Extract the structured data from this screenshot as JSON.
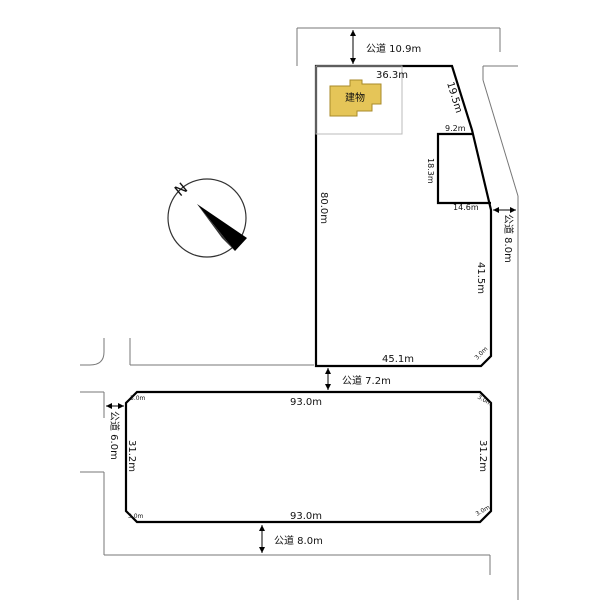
{
  "compass": {
    "north_label": "N"
  },
  "building": {
    "label": "建物",
    "color": "#e5c558"
  },
  "roads": {
    "north": "公道 10.9m",
    "east": "公道 8.0m",
    "middle": "公道 7.2m",
    "west": "公道 6.0m",
    "south": "公道 8.0m"
  },
  "upper_lot": {
    "top": "36.3m",
    "left": "80.0m",
    "slope_top": "19.5m",
    "notch_top": "9.2m",
    "notch_side": "18.3m",
    "notch_bottom": "14.6m",
    "right": "41.5m",
    "bottom": "45.1m",
    "corner_cut": "3.0m"
  },
  "lower_lot": {
    "top": "93.0m",
    "bottom": "93.0m",
    "left": "31.2m",
    "right": "31.2m",
    "corner_tl": "3.0m",
    "corner_tr": "3.0m",
    "corner_bl": "3.0m",
    "corner_br": "3.0m"
  }
}
